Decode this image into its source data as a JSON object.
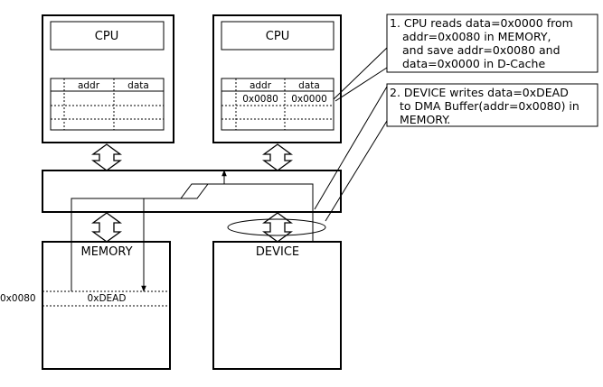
{
  "cpu_left": {
    "title": "CPU",
    "cache_headers": {
      "addr": "addr",
      "data": "data"
    },
    "cache_row": {
      "addr": "",
      "data": ""
    }
  },
  "cpu_right": {
    "title": "CPU",
    "cache_headers": {
      "addr": "addr",
      "data": "data"
    },
    "cache_row": {
      "addr": "0x0080",
      "data": "0x0000"
    }
  },
  "memory": {
    "title": "MEMORY",
    "addr_label": "0x0080",
    "cell_value": "0xDEAD"
  },
  "device": {
    "title": "DEVICE"
  },
  "notes": {
    "note1": {
      "lines": [
        "1. CPU reads data=0x0000 from",
        "addr=0x0080 in MEMORY,",
        "and save addr=0x0080 and",
        "data=0x0000 in D-Cache"
      ]
    },
    "note2": {
      "lines": [
        "2. DEVICE writes data=0xDEAD",
        "to DMA Buffer(addr=0x0080) in",
        "MEMORY."
      ]
    }
  }
}
